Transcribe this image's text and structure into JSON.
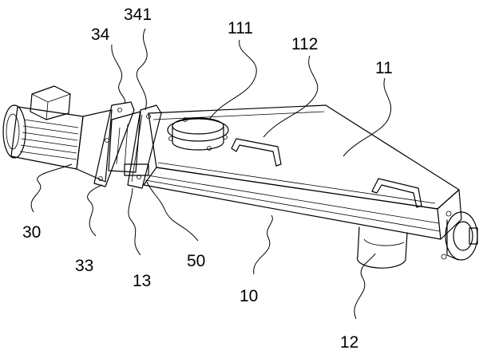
{
  "labels": {
    "l341": "341",
    "l34": "34",
    "l111": "111",
    "l112": "112",
    "l11": "11",
    "l30": "30",
    "l33": "33",
    "l13": "13",
    "l50": "50",
    "l10": "10",
    "l12": "12"
  }
}
